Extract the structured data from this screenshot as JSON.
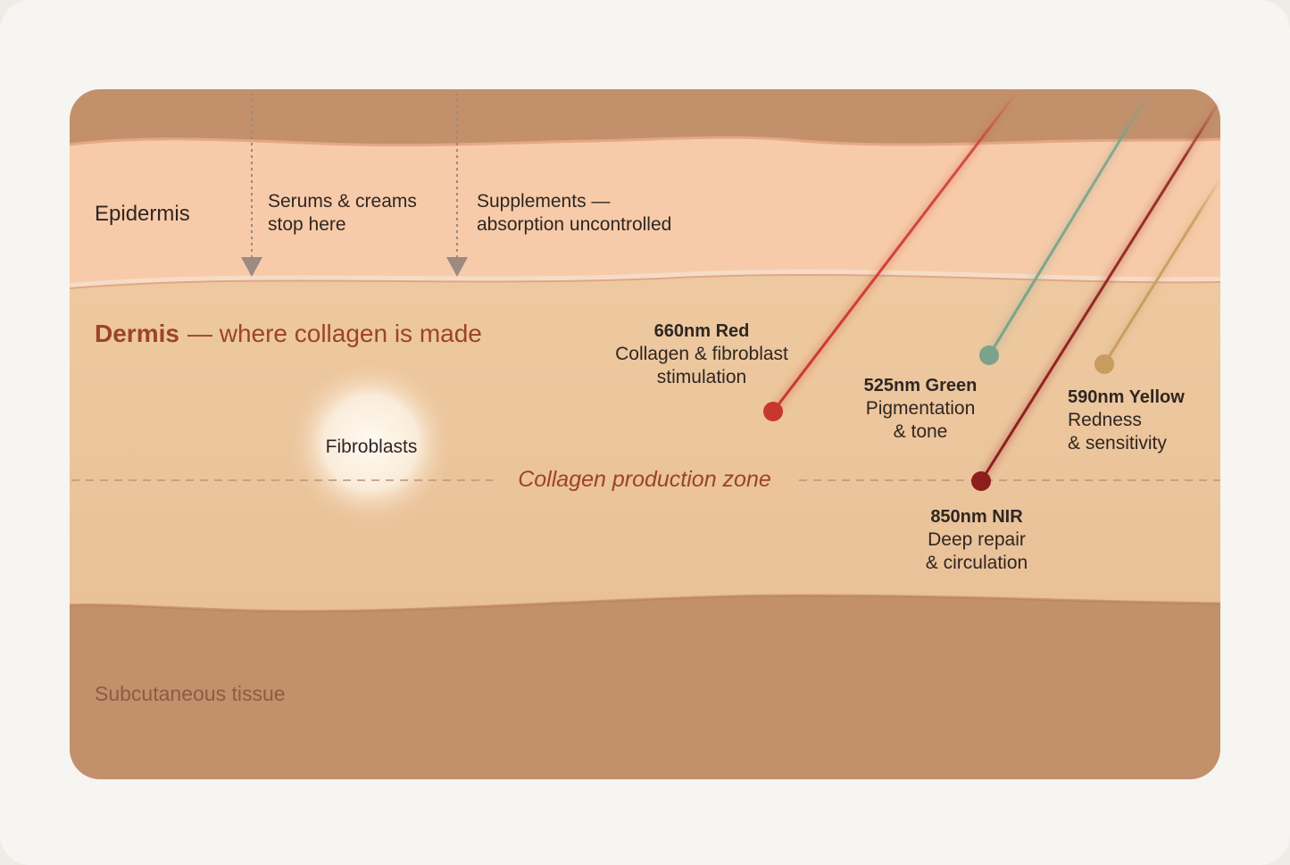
{
  "layers": {
    "epidermis": "Epidermis",
    "dermis_title": "Dermis",
    "dermis_subtitle": "— where collagen is made",
    "subcutaneous": "Subcutaneous tissue"
  },
  "callouts": {
    "serums_line1": "Serums & creams",
    "serums_line2": "stop here",
    "supplements_line1": "Supplements —",
    "supplements_line2": "absorption uncontrolled"
  },
  "fibroblasts_label": "Fibroblasts",
  "zone_label": "Collagen production zone",
  "wavelengths": [
    {
      "title": "660nm Red",
      "line1": "Collagen & fibroblast",
      "line2": "stimulation",
      "color": "#c8372d"
    },
    {
      "title": "525nm Green",
      "line1": "Pigmentation",
      "line2": "& tone",
      "color": "#7aa38a"
    },
    {
      "title": "850nm NIR",
      "line1": "Deep repair",
      "line2": "& circulation",
      "color": "#8e1d1d"
    },
    {
      "title": "590nm Yellow",
      "line1": "Redness",
      "line2": "& sensitivity",
      "color": "#c79c5e"
    }
  ],
  "colors": {
    "epidermis": "#f7cba9",
    "dermis": "#ecc59b",
    "subcutaneous": "#c3906c",
    "accent_text": "#9c4426"
  }
}
